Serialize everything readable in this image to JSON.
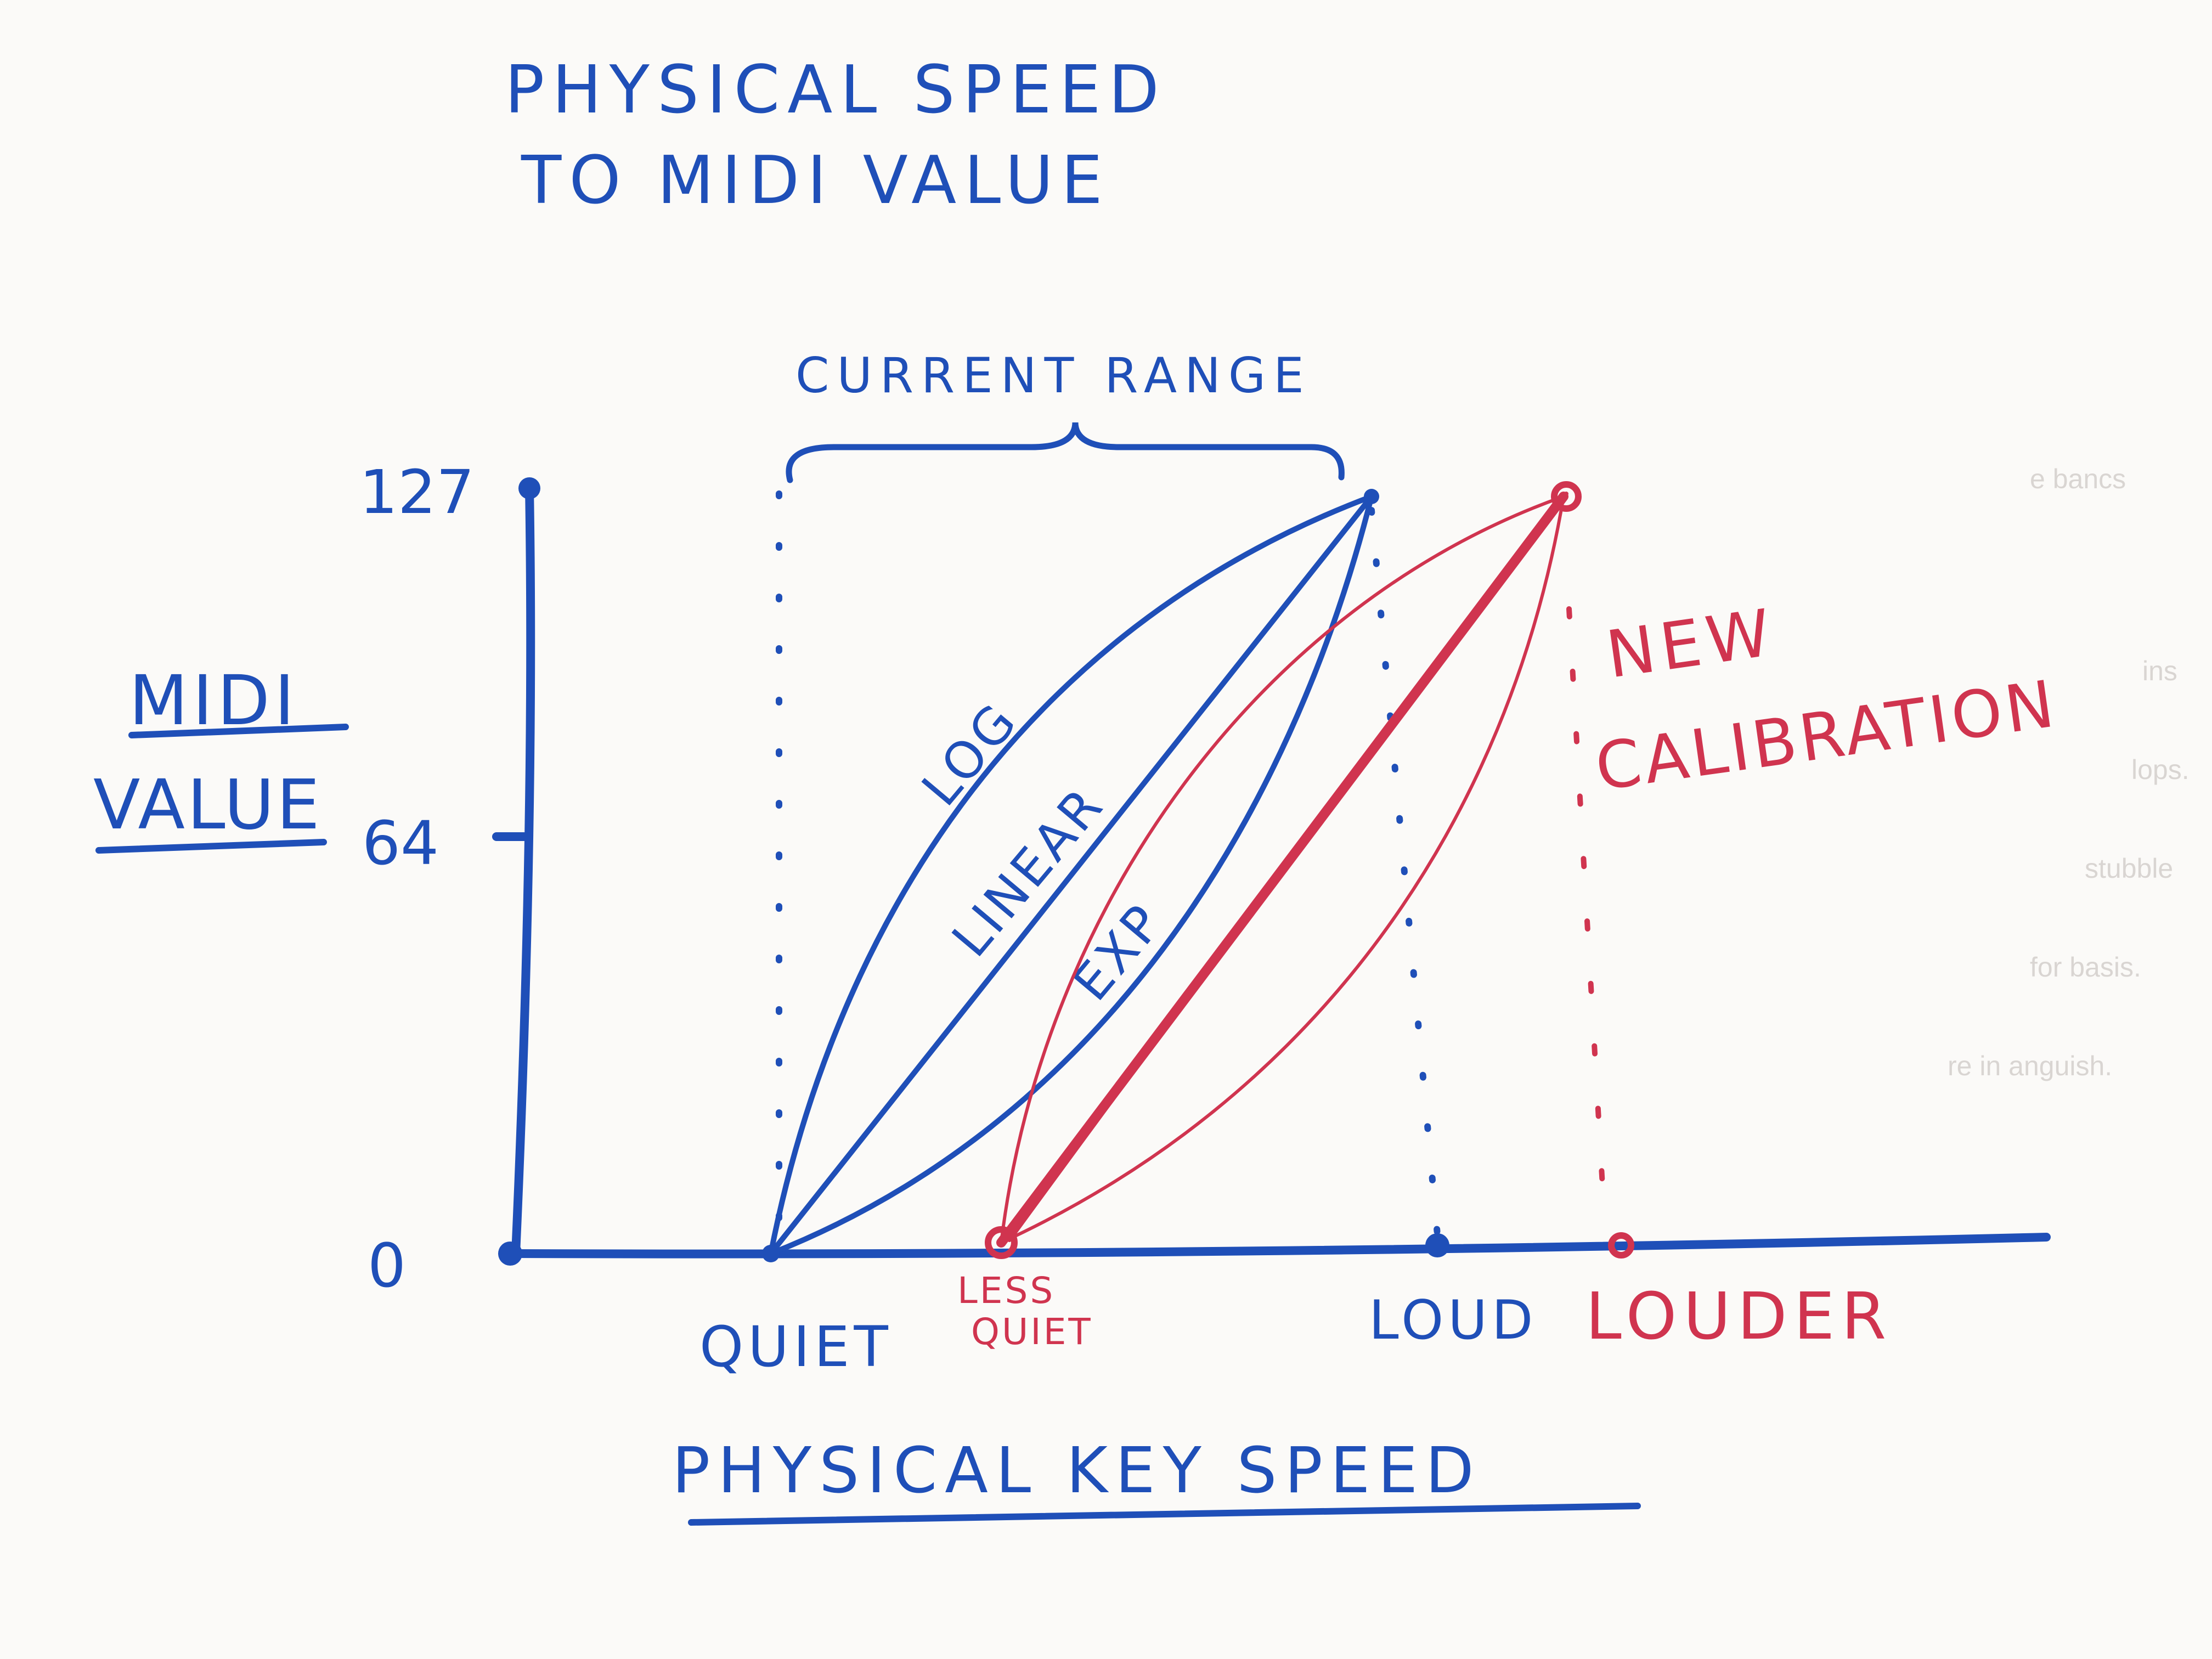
{
  "title": {
    "line1": "PHYSICAL SPEED",
    "line2": "TO MIDI VALUE"
  },
  "y_axis": {
    "label_line1": "MIDI",
    "label_line2": "VALUE",
    "ticks": [
      "127",
      "64",
      "0"
    ]
  },
  "x_axis": {
    "label": "PHYSICAL KEY SPEED",
    "ticks": {
      "quiet": "QUIET",
      "less_quiet_line1": "LESS",
      "less_quiet_line2": "QUIET",
      "loud": "LOUD",
      "louder": "LOUDER"
    }
  },
  "annotations": {
    "current_range": "CURRENT RANGE",
    "log": "LOG",
    "linear": "LINEAR",
    "exp": "EXP",
    "new_calibration_line1": "NEW",
    "new_calibration_line2": "CALIBRATION"
  },
  "show_through_text": [
    "e bancs",
    "ins",
    "lops.",
    "stubble",
    "for basis.",
    "re in anguish."
  ],
  "colors": {
    "blue_ink": "#1f4fb8",
    "red_ink": "#d0344f",
    "paper": "#fbfaf8"
  }
}
